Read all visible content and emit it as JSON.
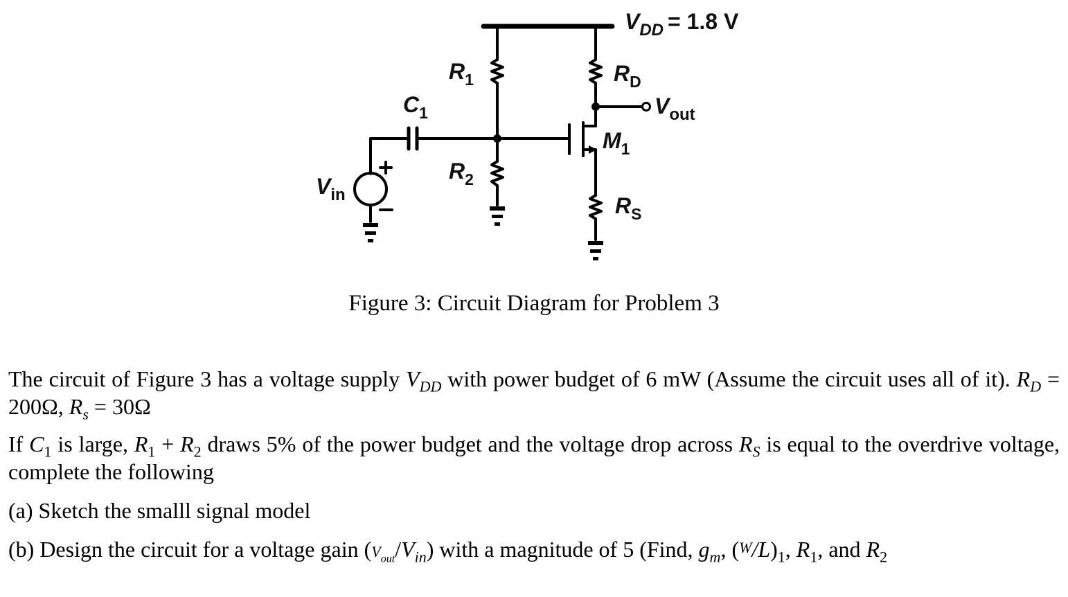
{
  "circuit": {
    "vdd_label": "V",
    "vdd_sub": "DD",
    "vdd_value": "= 1.8 V",
    "r1": "R",
    "r1_sub": "1",
    "rd": "R",
    "rd_sub": "D",
    "c1": "C",
    "c1_sub": "1",
    "vout": "V",
    "vout_sub": "out",
    "m1": "M",
    "m1_sub": "1",
    "r2": "R",
    "r2_sub": "2",
    "rs": "R",
    "rs_sub": "S",
    "vin": "V",
    "vin_sub": "in",
    "plus": "+",
    "minus": "–"
  },
  "caption": "Figure 3: Circuit Diagram for Problem 3",
  "problem": {
    "p1": {
      "t1": "The circuit of Figure 3 has a voltage supply ",
      "vdd": "V",
      "vdd_sub": "DD",
      "t2": " with power budget of 6 mW (Assume the circuit uses all of it). ",
      "rd": "R",
      "rd_sub": "D",
      "rd_val": " = 200Ω, ",
      "rs": "R",
      "rs_sub": "s",
      "rs_val": " = 30Ω"
    },
    "p2": {
      "t1": "If ",
      "c1": "C",
      "c1_sub": "1",
      "t2": " is large, ",
      "r1": "R",
      "r1_sub": "1",
      "plus": " + ",
      "r2": "R",
      "r2_sub": "2",
      "t3": " draws 5% of the power budget and the voltage drop across ",
      "rs": "R",
      "rs_sub": "S",
      "t4": " is equal to the overdrive voltage, complete the following"
    },
    "a": "(a) Sketch the smalll signal model",
    "b": {
      "t1": "(b) Design the circuit for a voltage gain (",
      "vout": "V",
      "vout_sub": "out",
      "slash": "/",
      "vin": "V",
      "vin_sub": "in",
      "t2": ") with a magnitude of 5 (Find, ",
      "gm": "g",
      "gm_sub": "m",
      "t3": ", (",
      "w": "W",
      "l": "/L",
      "t4": ")",
      "sub1": "1",
      "t5": ", ",
      "r1": "R",
      "r1_sub": "1",
      "t6": ", and ",
      "r2": "R",
      "r2_sub": "2"
    }
  }
}
